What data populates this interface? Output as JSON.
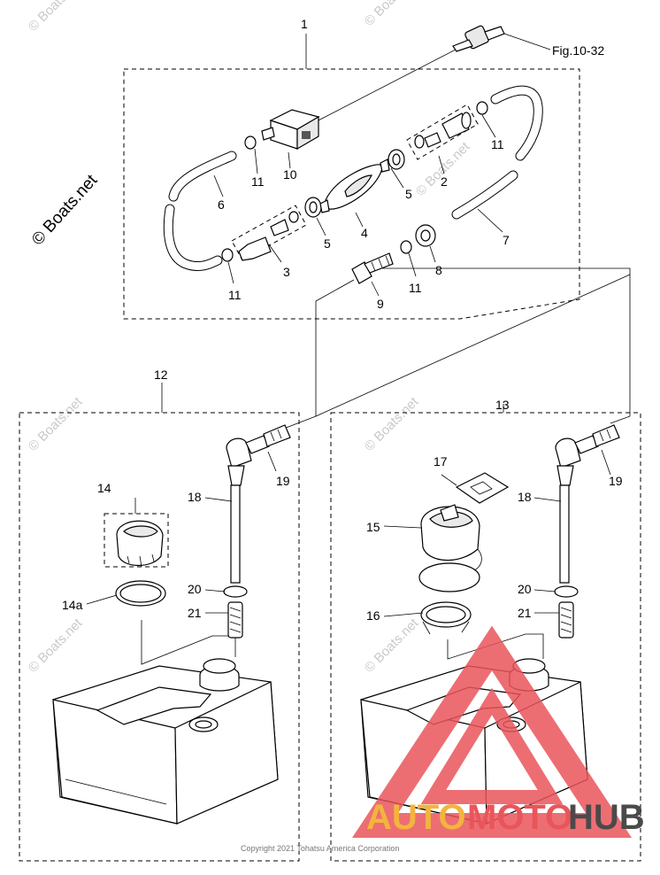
{
  "callouts": {
    "c1": "1",
    "c2": "2",
    "c3": "3",
    "c4": "4",
    "c5a": "5",
    "c5b": "5",
    "c6": "6",
    "c7": "7",
    "c8": "8",
    "c9": "9",
    "c10": "10",
    "c11a": "11",
    "c11b": "11",
    "c11c": "11",
    "c11d": "11",
    "c12": "12",
    "c13": "13",
    "c14": "14",
    "c14a": "14a",
    "c15": "15",
    "c16": "16",
    "c17": "17",
    "c18a": "18",
    "c18b": "18",
    "c19a": "19",
    "c19b": "19",
    "c20a": "20",
    "c20b": "20",
    "c21a": "21",
    "c21b": "21"
  },
  "reference": "Fig.10-32",
  "watermarks": {
    "boats_main": "© Boats.net",
    "boats_small": "© Boats.net"
  },
  "copyright": "Copyright 2021 Tohatsu America Corporation",
  "logo": {
    "auto": "AUTO",
    "moto": "MOTO",
    "hub": "HUB"
  },
  "colors": {
    "logo_red": "#e9555a",
    "logo_yellow": "#f3b43d",
    "logo_dark": "#4a4a4a"
  }
}
